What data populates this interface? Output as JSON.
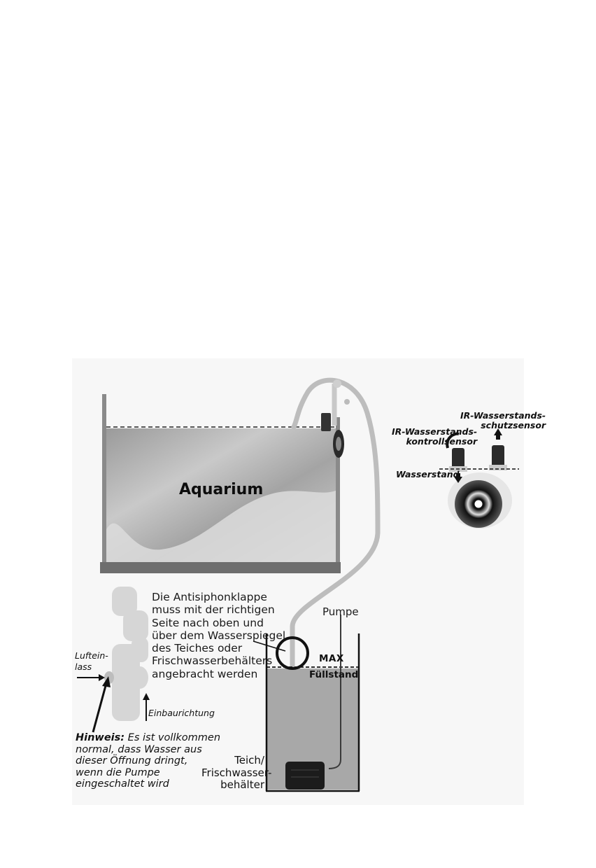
{
  "labels": {
    "aquarium": "Aquarium",
    "note_lines": [
      "Die Antisiphonklappe",
      "muss mit der richtigen",
      "Seite nach oben und",
      "über dem Wasserspiegel",
      "des Teiches oder",
      "Frischwasserbehälters",
      "angebracht werden"
    ],
    "pumpe": "Pumpe",
    "max": "MAX",
    "fuellstand": "Füllstand",
    "teich_lines": [
      "Teich/",
      "Frischwasser-",
      "behälter"
    ],
    "lufteinlass_lines": [
      "Luftein-",
      "lass"
    ],
    "einbaurichtung": "Einbaurichtung",
    "hinweis_label": "Hinweis:",
    "hinweis_lines": [
      "Es ist vollkommen",
      "normal, dass Wasser aus",
      "dieser Öffnung dringt,",
      "wenn die Pumpe",
      "eingeschaltet wird"
    ],
    "ir_schutz_lines": [
      "IR-Wasserstands-",
      "schutzsensor"
    ],
    "ir_kontroll_lines": [
      "IR-Wasserstands-",
      "kontrollsensor"
    ],
    "wasserstand": "Wasserstand"
  },
  "colors": {
    "tank_water": "#a9a9a9",
    "tank_frame": "#8a8a8a",
    "base": "#6e6e6e",
    "tube": "#bdbdbd",
    "pump": "#1c1c1c",
    "container_water": "#a8a8a8",
    "valve": "#d6d6d6"
  }
}
